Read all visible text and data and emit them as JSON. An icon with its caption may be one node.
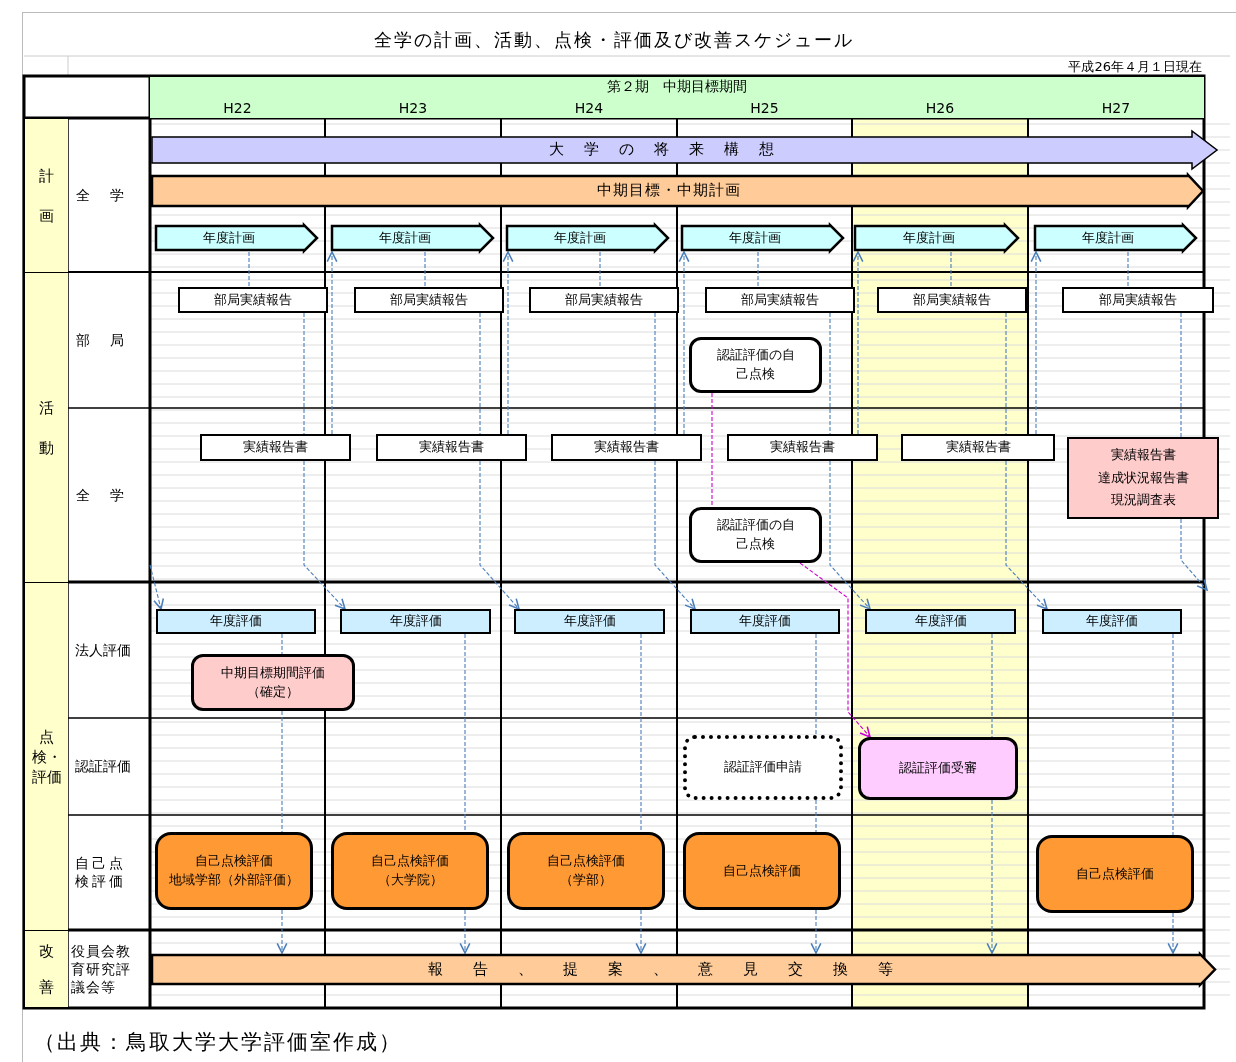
{
  "diagram": {
    "title": "全学の計画、活動、点検・評価及び改善スケジュール",
    "caption": "（出典：鳥取大学大学評価室作成）",
    "nodes": [
      {
        "text": [
          "大学の将来構想"
        ]
      },
      {
        "text": [
          "中期目標・中期計画"
        ]
      },
      {
        "text": [
          "年度計画"
        ]
      },
      {
        "text": [
          "年度計画"
        ]
      },
      {
        "text": [
          "年度計画"
        ]
      },
      {
        "text": [
          "年度計画"
        ]
      },
      {
        "text": [
          "年度計画"
        ]
      },
      {
        "text": [
          "年度計画"
        ]
      },
      {
        "text": [
          "部局実績報告"
        ]
      },
      {
        "text": [
          "部局実績報告"
        ]
      },
      {
        "text": [
          "部局実績報告"
        ]
      },
      {
        "text": [
          "部局実績報告"
        ]
      },
      {
        "text": [
          "部局実績報告"
        ]
      },
      {
        "text": [
          "部局実績報告"
        ]
      },
      {
        "text": [
          "認証評価の自己点検"
        ]
      },
      {
        "text": [
          "実績報告書"
        ]
      },
      {
        "text": [
          "実績報告書"
        ]
      },
      {
        "text": [
          "実績報告書"
        ]
      },
      {
        "text": [
          "実績報告書"
        ]
      },
      {
        "text": [
          "実績報告書"
        ]
      },
      {
        "text": [
          "実績報告書",
          "達成状況報告書",
          "現況調査表"
        ]
      },
      {
        "text": [
          "認証評価の自己点検"
        ]
      },
      {
        "text": [
          "年度評価"
        ]
      },
      {
        "text": [
          "年度評価"
        ]
      },
      {
        "text": [
          "年度評価"
        ]
      },
      {
        "text": [
          "年度評価"
        ]
      },
      {
        "text": [
          "年度評価"
        ]
      },
      {
        "text": [
          "年度評価"
        ]
      },
      {
        "text": [
          "中期目標期間評価（確定）"
        ]
      },
      {
        "text": [
          "認証評価申請"
        ]
      },
      {
        "text": [
          "認証評価受審"
        ]
      },
      {
        "text": [
          "自己点検評価",
          "地域学部（外部評価）"
        ]
      },
      {
        "text": [
          "自己点検評価",
          "（大学院）"
        ]
      },
      {
        "text": [
          "自己点検評価",
          "（学部）"
        ]
      },
      {
        "text": [
          "自己点検評価"
        ]
      },
      {
        "text": [
          "自己点検評価"
        ]
      },
      {
        "text": [
          "報告、提案、意見交換等"
        ]
      }
    ],
    "edges": [
      {
        "from": 2,
        "to": 8,
        "arrow": "none",
        "style": "dashed"
      },
      {
        "from": 3,
        "to": 9,
        "arrow": "none",
        "style": "dashed"
      },
      {
        "from": 4,
        "to": 10,
        "arrow": "none",
        "style": "dashed"
      },
      {
        "from": 5,
        "to": 11,
        "arrow": "none",
        "style": "dashed"
      },
      {
        "from": 6,
        "to": 12,
        "arrow": "none",
        "style": "dashed"
      },
      {
        "from": 7,
        "to": 13,
        "arrow": "none",
        "style": "dashed"
      },
      {
        "from": 8,
        "to": 15,
        "arrow": "none",
        "style": "dashed"
      },
      {
        "from": 9,
        "to": 16,
        "arrow": "none",
        "style": "dashed"
      },
      {
        "from": 10,
        "to": 17,
        "arrow": "none",
        "style": "dashed"
      },
      {
        "from": 11,
        "to": 18,
        "arrow": "none",
        "style": "dashed"
      },
      {
        "from": 12,
        "to": 19,
        "arrow": "none",
        "style": "dashed"
      },
      {
        "from": 13,
        "to": 20,
        "arrow": "none",
        "style": "dashed"
      },
      {
        "from": 15,
        "to": 23,
        "arrow": "to",
        "style": "dashed"
      },
      {
        "from": 16,
        "to": 24,
        "arrow": "to",
        "style": "dashed"
      },
      {
        "from": 17,
        "to": 25,
        "arrow": "to",
        "style": "dashed"
      },
      {
        "from": 18,
        "to": 26,
        "arrow": "to",
        "style": "dashed"
      },
      {
        "from": 19,
        "to": 27,
        "arrow": "to",
        "style": "dashed"
      },
      {
        "from": 20,
        "to": null,
        "arrow": "to",
        "style": "dashed"
      },
      {
        "from": null,
        "to": 22,
        "arrow": "to",
        "style": "dashed"
      },
      {
        "from": 15,
        "to": 3,
        "arrow": "to",
        "style": "dashed"
      },
      {
        "from": 16,
        "to": 4,
        "arrow": "to",
        "style": "dashed"
      },
      {
        "from": 17,
        "to": 5,
        "arrow": "to",
        "style": "dashed"
      },
      {
        "from": 18,
        "to": 6,
        "arrow": "to",
        "style": "dashed"
      },
      {
        "from": 19,
        "to": 7,
        "arrow": "to",
        "style": "dashed"
      },
      {
        "from": 14,
        "to": 21,
        "arrow": "none",
        "style": "dashed",
        "color": "#cc00cc"
      },
      {
        "from": 21,
        "to": 30,
        "arrow": "to",
        "style": "dashed",
        "color": "#cc00cc"
      },
      {
        "from": 22,
        "to": 28,
        "arrow": "none",
        "style": "dashed"
      },
      {
        "from": 28,
        "to": 31,
        "arrow": "none",
        "style": "dashed"
      },
      {
        "from": 31,
        "to": 36,
        "arrow": "to",
        "style": "dashed"
      },
      {
        "from": 23,
        "to": 32,
        "arrow": "none",
        "style": "dashed"
      },
      {
        "from": 32,
        "to": 36,
        "arrow": "to",
        "style": "dashed"
      },
      {
        "from": 24,
        "to": 33,
        "arrow": "none",
        "style": "dashed"
      },
      {
        "from": 33,
        "to": 36,
        "arrow": "to",
        "style": "dashed"
      },
      {
        "from": 25,
        "to": 29,
        "arrow": "none",
        "style": "dashed"
      },
      {
        "from": 29,
        "to": 34,
        "arrow": "none",
        "style": "dashed"
      },
      {
        "from": 34,
        "to": 36,
        "arrow": "to",
        "style": "dashed"
      },
      {
        "from": 26,
        "to": 30,
        "arrow": "none",
        "style": "dashed"
      },
      {
        "from": 30,
        "to": 36,
        "arrow": "to",
        "style": "dashed"
      },
      {
        "from": 27,
        "to": 35,
        "arrow": "none",
        "style": "dashed"
      },
      {
        "from": 35,
        "to": 36,
        "arrow": "to",
        "style": "dashed"
      }
    ],
    "labels": [
      "平成26年４月１日現在",
      "第２期　中期目標期間",
      "H22",
      "H23",
      "H24",
      "H25",
      "H26",
      "H27",
      "計画",
      "全学",
      "活動",
      "部局",
      "全学",
      "点検・評価",
      "法人評価",
      "認証評価",
      "自己点検評価",
      "改善",
      "役員会教育研究評議会等"
    ]
  }
}
